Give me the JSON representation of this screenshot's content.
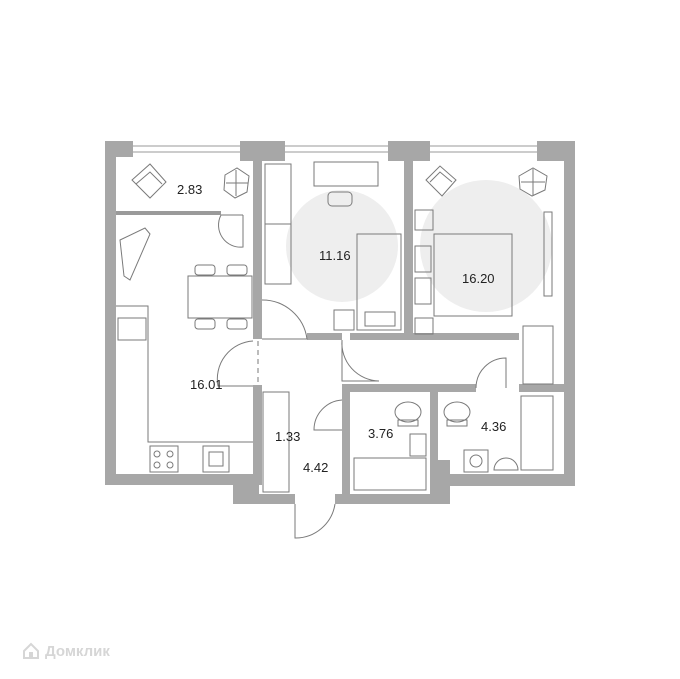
{
  "rooms": [
    {
      "name": "balcony",
      "area": "2.83"
    },
    {
      "name": "bedroom-small",
      "area": "11.16"
    },
    {
      "name": "bedroom-large",
      "area": "16.20"
    },
    {
      "name": "kitchen-living",
      "area": "16.01"
    },
    {
      "name": "wardrobe",
      "area": "1.33"
    },
    {
      "name": "hallway",
      "area": "4.42"
    },
    {
      "name": "bathroom-1",
      "area": "3.76"
    },
    {
      "name": "bathroom-2",
      "area": "4.36"
    }
  ],
  "watermark": {
    "text": "Домклик",
    "logo": "domclick-house-logo"
  },
  "colors": {
    "wall": "#a7a7a7",
    "furniture": "#7a7a7a",
    "zone": "#eeeeee",
    "watermark": "#d6d6d6"
  }
}
